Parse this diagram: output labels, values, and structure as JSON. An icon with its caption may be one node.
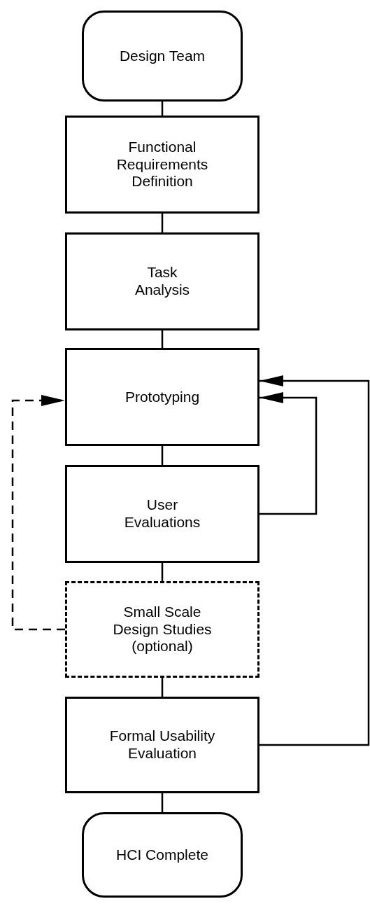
{
  "diagram": {
    "nodes": [
      {
        "text": [
          "Design Team"
        ]
      },
      {
        "text": [
          "Functional Requirements Definition"
        ]
      },
      {
        "text": [
          "Task Analysis"
        ]
      },
      {
        "text": [
          "Prototyping"
        ]
      },
      {
        "text": [
          "User Evaluations"
        ]
      },
      {
        "text": [
          "Small Scale Design Studies (optional)"
        ]
      },
      {
        "text": [
          "Formal Usability Evaluation"
        ]
      },
      {
        "text": [
          "HCI Complete"
        ]
      }
    ],
    "edges": [
      {
        "from": 0,
        "to": 1,
        "arrow": "none"
      },
      {
        "from": 1,
        "to": 2,
        "arrow": "none"
      },
      {
        "from": 2,
        "to": 3,
        "arrow": "none"
      },
      {
        "from": 3,
        "to": 4,
        "arrow": "none"
      },
      {
        "from": 4,
        "to": 5,
        "arrow": "none"
      },
      {
        "from": 5,
        "to": 6,
        "arrow": "none"
      },
      {
        "from": 6,
        "to": 7,
        "arrow": "none"
      },
      {
        "from": 6,
        "to": 3,
        "arrow": "to"
      },
      {
        "from": 4,
        "to": 3,
        "arrow": "to"
      },
      {
        "from": 5,
        "to": 3,
        "arrow": "to",
        "style": "dashed"
      }
    ]
  }
}
